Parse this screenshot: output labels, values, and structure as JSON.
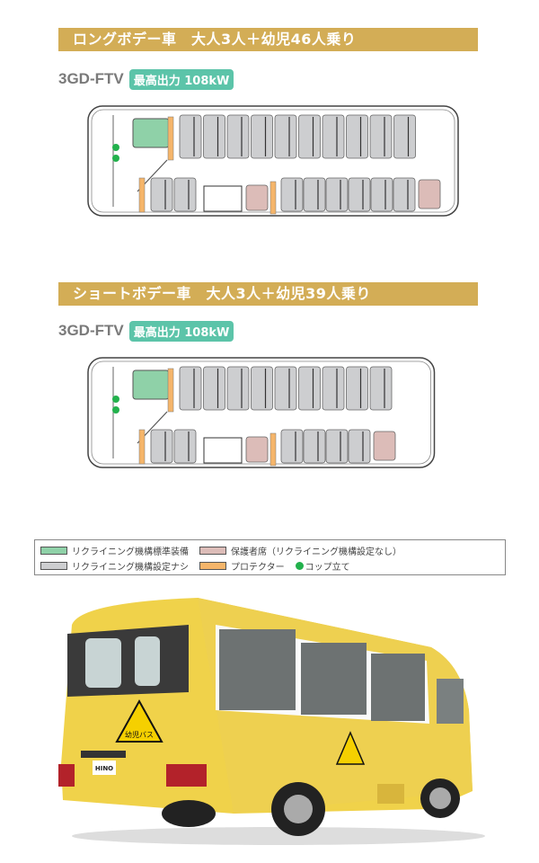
{
  "sections": [
    {
      "title": "ロングボデー車　大人3人＋幼児46人乗り",
      "model": "3GD-FTV",
      "badge": "最高出力 108kW",
      "top_seats": 10,
      "bottom_rear_seats": 6
    },
    {
      "title": "ショートボデー車　大人3人＋幼児39人乗り",
      "model": "3GD-FTV",
      "badge": "最高出力 108kW",
      "top_seats": 9,
      "bottom_rear_seats": 4
    }
  ],
  "legend": {
    "reclining_standard": "リクライニング機構標準装備",
    "guardian_seat": "保護者席（リクライニング機構設定なし）",
    "reclining_none": "リクライニング機構設定ナシ",
    "protector": "プロテクター",
    "cup_holder": "コップ立て"
  },
  "photo": {
    "plate": "HINO",
    "sign": "幼児バス"
  },
  "colors": {
    "header": "#d3ad56",
    "badge": "#5cc4a9",
    "green_seat": "#8fd1a8",
    "gray_seat": "#cdced0",
    "pink_seat": "#dcbcb8",
    "protector": "#f5b56a",
    "cup": "#22b14c"
  }
}
